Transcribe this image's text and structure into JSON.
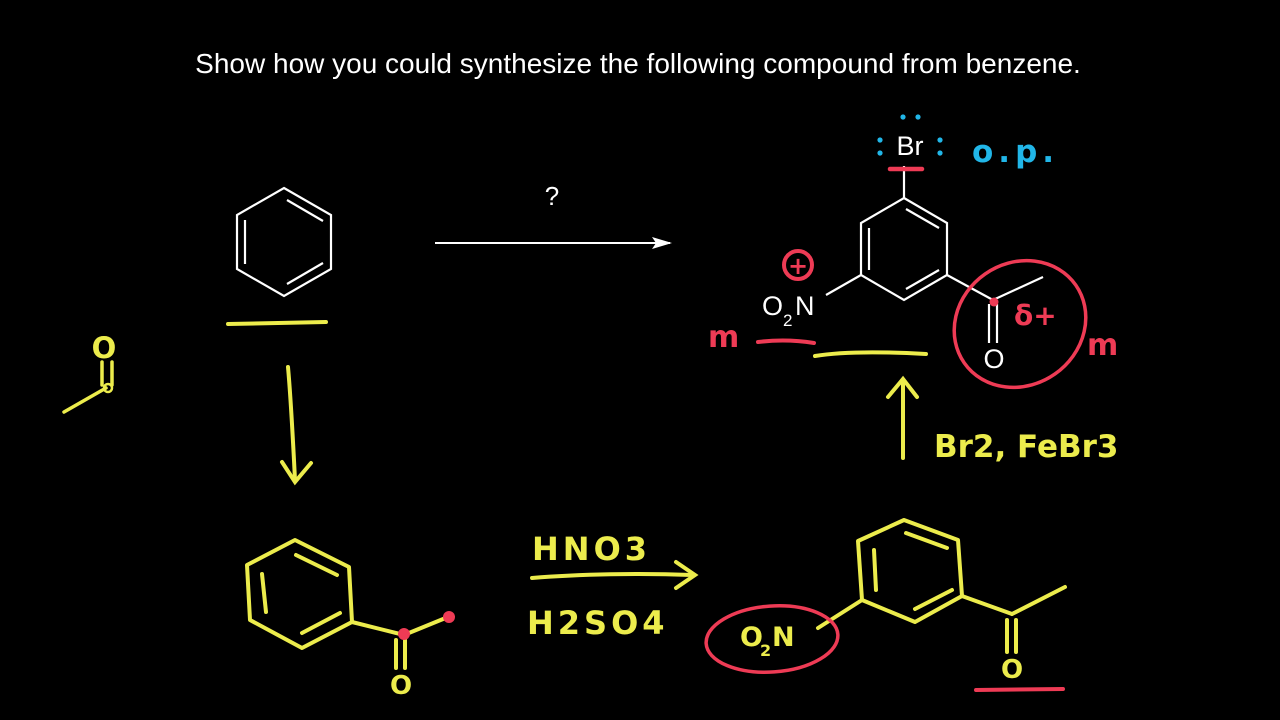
{
  "title": "Show how you could synthesize the following compound from benzene.",
  "question_mark": "?",
  "colors": {
    "background": "#000000",
    "white": "#ffffff",
    "yellow": "#ecec4c",
    "red": "#ee3b55",
    "blue": "#21b6e8"
  },
  "target": {
    "bromine": "Br",
    "nitro_o": "O",
    "nitro_sub": "2",
    "nitro_n": "N",
    "carbonyl_o": "O"
  },
  "annotations": {
    "ortho_para": "o.p.",
    "meta_left": "m",
    "meta_right": "m",
    "delta_plus": "δ+",
    "plus_sign": "+"
  },
  "reagents": {
    "bromination": "Br2, FeBr3",
    "nitration_top": "HNO3",
    "nitration_bottom": "H2SO4"
  },
  "intermediates": {
    "acetophenone_o": "O",
    "acetyl_o": "O",
    "nitro_o": "O",
    "nitro_sub": "2",
    "nitro_n": "N",
    "nitroacetophenone_o": "O"
  }
}
